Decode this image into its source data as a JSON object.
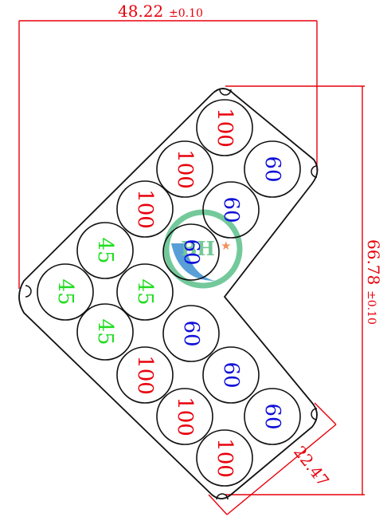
{
  "dimensions": {
    "width": {
      "value": "48.22",
      "tolerance": "±0.10"
    },
    "height": {
      "value": "66.78",
      "tolerance": "±0.10"
    },
    "arm_width": {
      "value": "22.47"
    }
  },
  "colors": {
    "outline": "#111111",
    "dimension": "#e8000b",
    "deg100": "#e8000b",
    "deg60": "#1010d8",
    "deg45": "#22dd22",
    "logo_green": "#5cc08a",
    "logo_blue": "#3a8fd0",
    "logo_star": "#f08040"
  },
  "leds_upper_arm": [
    "100",
    "60",
    "100",
    "60",
    "100",
    "60"
  ],
  "leds_corner": [
    "45",
    "45",
    "45",
    "45"
  ],
  "leds_lower_arm": [
    "60",
    "100",
    "60",
    "100",
    "60",
    "100"
  ],
  "logo": {
    "text": "BH",
    "icon": "star-icon"
  }
}
